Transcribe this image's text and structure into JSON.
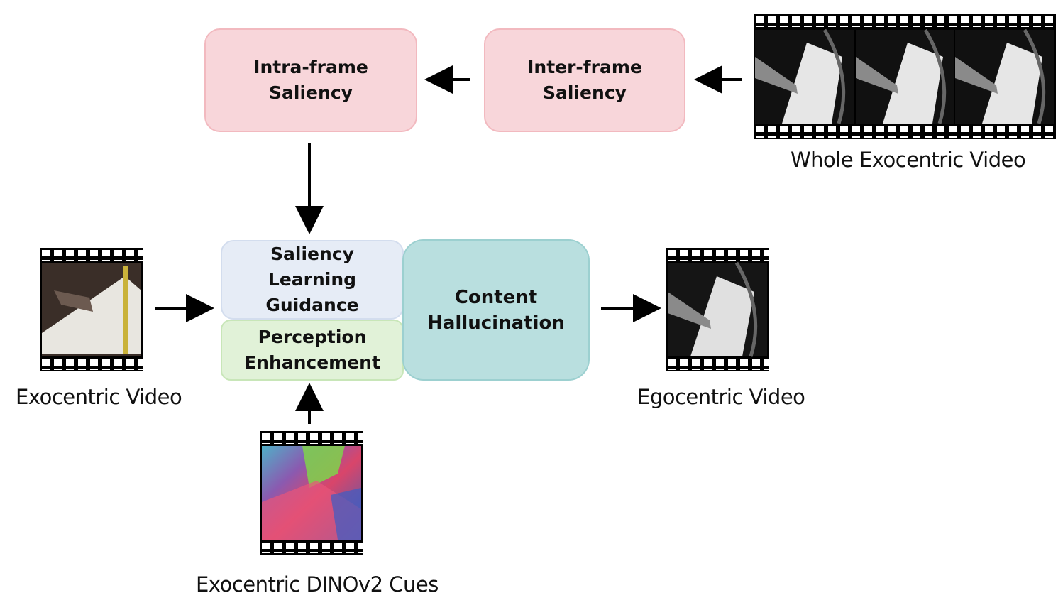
{
  "boxes": {
    "intra": "Intra-frame\nSaliency",
    "inter": "Inter-frame\nSaliency",
    "saliency_guidance": "Saliency\nLearning\nGuidance",
    "perception": "Perception\nEnhancement",
    "content": "Content\nHallucination"
  },
  "captions": {
    "whole": "Whole Exocentric Video",
    "exo": "Exocentric Video",
    "ego": "Egocentric Video",
    "dino": "Exocentric DINOv2 Cues"
  },
  "colors": {
    "pink": "#f8d6da",
    "blue": "#e6ecf6",
    "green": "#e1f2d8",
    "teal": "#b9dfdf"
  }
}
